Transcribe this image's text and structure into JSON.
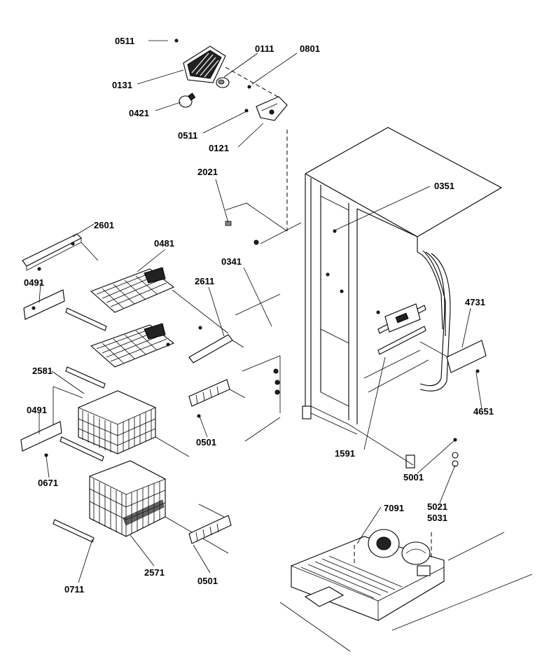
{
  "diagram": {
    "callouts": {
      "p0511a": "0511",
      "p0111": "0111",
      "p0801": "0801",
      "p0131": "0131",
      "p0421": "0421",
      "p0511b": "0511",
      "p0121": "0121",
      "p2021": "2021",
      "p0351": "0351",
      "p2601": "2601",
      "p0481": "0481",
      "p0341": "0341",
      "p0491a": "0491",
      "p2611": "2611",
      "p4731": "4731",
      "p2581": "2581",
      "p0491b": "0491",
      "p0501a": "0501",
      "p4651": "4651",
      "p0671": "0671",
      "p1591": "1591",
      "p5001": "5001",
      "p5021": "5021",
      "p5031": "5031",
      "p7091": "7091",
      "p2571": "2571",
      "p0501b": "0501",
      "p0711": "0711"
    }
  }
}
